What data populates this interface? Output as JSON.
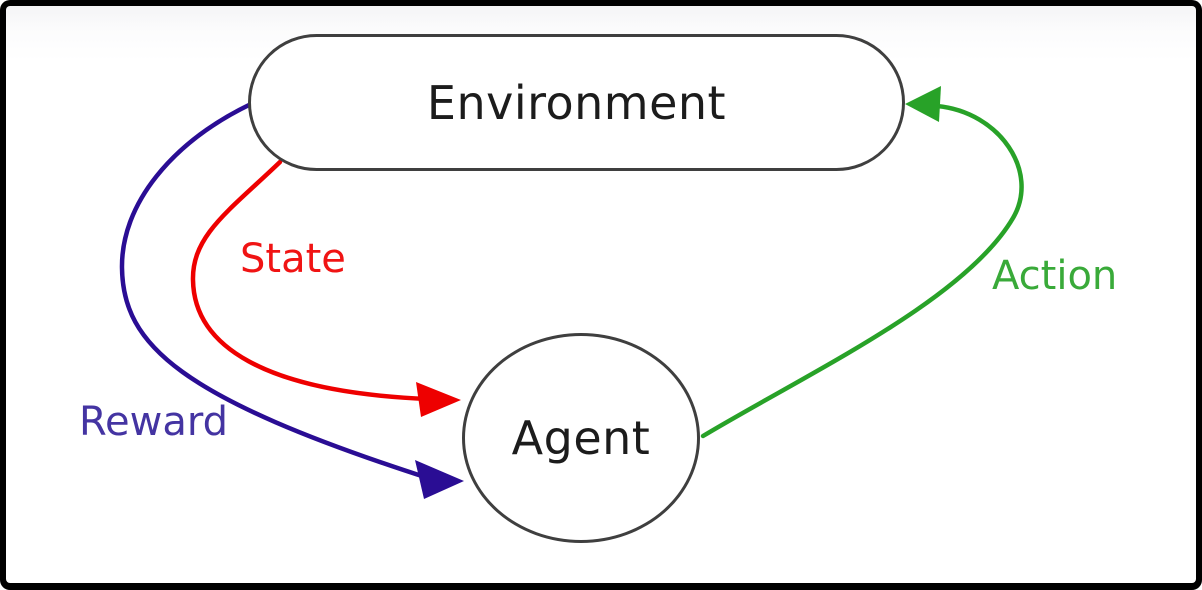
{
  "diagram": {
    "type": "flow-diagram",
    "topic": "Reinforcement learning loop between Environment and Agent",
    "nodes": {
      "environment": {
        "label": "Environment",
        "shape": "stadium"
      },
      "agent": {
        "label": "Agent",
        "shape": "circle"
      }
    },
    "edges": {
      "state": {
        "label": "State",
        "from": "Environment",
        "to": "Agent",
        "line_color": "#ee0000",
        "label_color": "#f01414"
      },
      "reward": {
        "label": "Reward",
        "from": "Environment",
        "to": "Agent",
        "line_color": "#2a0d94",
        "label_color": "#4434a2"
      },
      "action": {
        "label": "Action",
        "from": "Agent",
        "to": "Environment",
        "line_color": "#28a228",
        "label_color": "#39aa39"
      }
    },
    "colors": {
      "frame_border": "#000000",
      "background": "#ffffff",
      "node_border": "#3f3f3f",
      "node_text": "#1c1c1c"
    }
  }
}
